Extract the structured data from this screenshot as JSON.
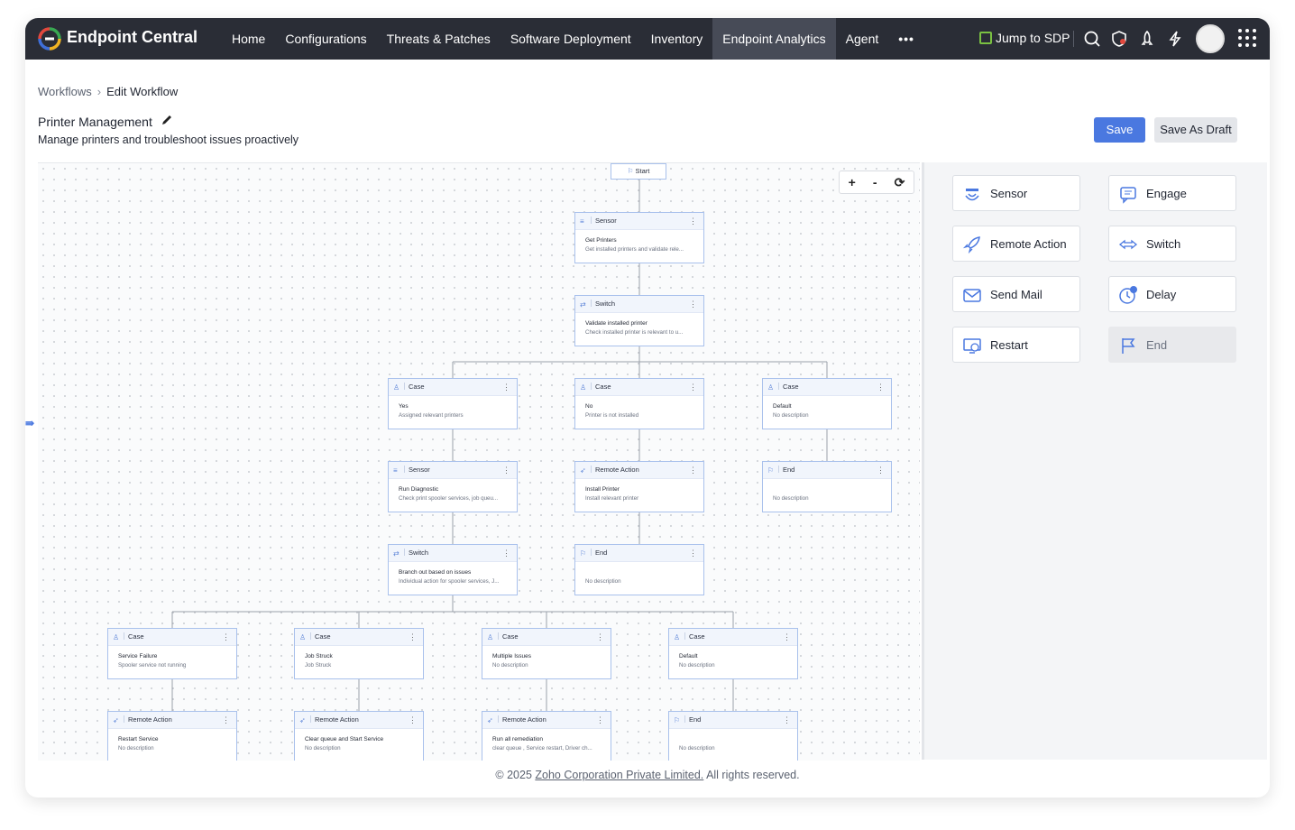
{
  "app": {
    "brand": "Endpoint Central"
  },
  "nav": {
    "items": [
      "Home",
      "Configurations",
      "Threats & Patches",
      "Software Deployment",
      "Inventory",
      "Endpoint Analytics",
      "Agent"
    ],
    "more": "•••",
    "active": "Endpoint Analytics",
    "jump_label": "Jump to SDP"
  },
  "breadcrumb": {
    "parent": "Workflows",
    "separator": "›",
    "current": "Edit Workflow"
  },
  "workflow": {
    "title": "Printer Management",
    "description": "Manage printers and troubleshoot issues proactively"
  },
  "buttons": {
    "save": "Save",
    "save_draft": "Save As Draft"
  },
  "zoom": {
    "plus": "+",
    "minus": "-",
    "reset": "⟳"
  },
  "canvas": {
    "start_label": "Start",
    "nodes": [
      {
        "type": "Sensor",
        "icon": "sensor-icon",
        "name": "Get Printers",
        "desc": "Get installed printers and validate rele..."
      },
      {
        "type": "Switch",
        "icon": "switch-icon",
        "name": "Validate installed printer",
        "desc": "Check installed printer is relevant to u..."
      },
      {
        "type": "Case",
        "icon": "case-icon",
        "name": "Yes",
        "desc": "Assigned relevant printers"
      },
      {
        "type": "Case",
        "icon": "case-icon",
        "name": "No",
        "desc": "Printer is not installed"
      },
      {
        "type": "Case",
        "icon": "case-icon",
        "name": "Default",
        "desc": "No description"
      },
      {
        "type": "Sensor",
        "icon": "sensor-icon",
        "name": "Run Diagnostic",
        "desc": "Check print spooler services, job queu..."
      },
      {
        "type": "Remote Action",
        "icon": "remote-action-icon",
        "name": "Install Printer",
        "desc": "Install relevant printer"
      },
      {
        "type": "End",
        "icon": "flag-icon",
        "name": "",
        "desc": "No description"
      },
      {
        "type": "Switch",
        "icon": "switch-icon",
        "name": "Branch out based on issues",
        "desc": "Individual action for spooler services, J..."
      },
      {
        "type": "End",
        "icon": "flag-icon",
        "name": "",
        "desc": "No description"
      },
      {
        "type": "Case",
        "icon": "case-icon",
        "name": "Service Failure",
        "desc": "Spooler service not running"
      },
      {
        "type": "Case",
        "icon": "case-icon",
        "name": "Job Struck",
        "desc": "Job Struck"
      },
      {
        "type": "Case",
        "icon": "case-icon",
        "name": "Multiple Issues",
        "desc": "No description"
      },
      {
        "type": "Case",
        "icon": "case-icon",
        "name": "Default",
        "desc": "No description"
      },
      {
        "type": "Remote Action",
        "icon": "remote-action-icon",
        "name": "Restart Service",
        "desc": "No description"
      },
      {
        "type": "Remote Action",
        "icon": "remote-action-icon",
        "name": "Clear queue and Start Service",
        "desc": "No description"
      },
      {
        "type": "Remote Action",
        "icon": "remote-action-icon",
        "name": "Run all remediation",
        "desc": "clear queue , Service restart, Driver ch..."
      },
      {
        "type": "End",
        "icon": "flag-icon",
        "name": "",
        "desc": "No description"
      }
    ]
  },
  "palette": {
    "items": [
      {
        "label": "Sensor",
        "icon": "sensor-icon"
      },
      {
        "label": "Engage",
        "icon": "engage-icon"
      },
      {
        "label": "Remote Action",
        "icon": "remote-action-icon"
      },
      {
        "label": "Switch",
        "icon": "switch-icon"
      },
      {
        "label": "Send Mail",
        "icon": "mail-icon"
      },
      {
        "label": "Delay",
        "icon": "delay-icon"
      },
      {
        "label": "Restart",
        "icon": "restart-icon"
      },
      {
        "label": "End",
        "icon": "flag-icon",
        "disabled": true
      }
    ]
  },
  "footer": {
    "prefix": "© 2025 ",
    "link": "Zoho Corporation Private Limited.",
    "suffix": " All rights reserved."
  },
  "colors": {
    "topbar": "#2a2d36",
    "accent": "#4a78e0",
    "node_border": "#a9c1ec"
  }
}
